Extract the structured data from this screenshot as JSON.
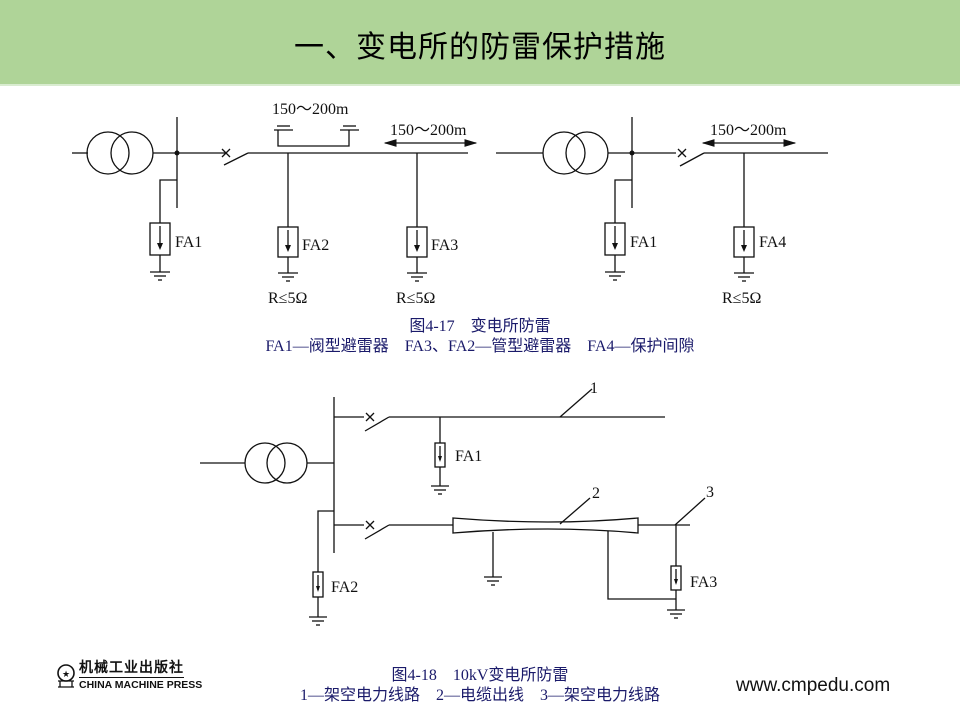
{
  "slide": {
    "title": "一、变电所的防雷保护措施",
    "colors": {
      "title_bar": "#afd498",
      "caption_text": "#1a1a6a",
      "line": "#111111"
    }
  },
  "figure_4_17": {
    "left_diagram": {
      "labels": {
        "fa1": "FA1",
        "fa2": "FA2",
        "fa3": "FA3",
        "distance_top": "150～200m",
        "distance_right": "150～200m",
        "r_fa2": "R≤5Ω",
        "r_fa3": "R≤5Ω"
      }
    },
    "right_diagram": {
      "labels": {
        "fa1": "FA1",
        "fa4": "FA4",
        "distance": "150～200m",
        "r_fa4": "R≤5Ω"
      }
    },
    "caption": {
      "line1": "图4-17　变电所防雷",
      "line2": "FA1—阀型避雷器　FA3、FA2—管型避雷器　FA4—保护间隙"
    }
  },
  "figure_4_18": {
    "labels": {
      "fa1": "FA1",
      "fa2": "FA2",
      "fa3": "FA3",
      "n1": "1",
      "n2": "2",
      "n3": "3"
    },
    "caption": {
      "line1": "图4-18　10kV变电所防雷",
      "line2": "1—架空电力线路　2—电缆出线　3—架空电力线路"
    }
  },
  "footer": {
    "publisher_cn": "机械工业出版社",
    "publisher_en": "CHINA MACHINE PRESS",
    "website": "www.cmpedu.com"
  }
}
